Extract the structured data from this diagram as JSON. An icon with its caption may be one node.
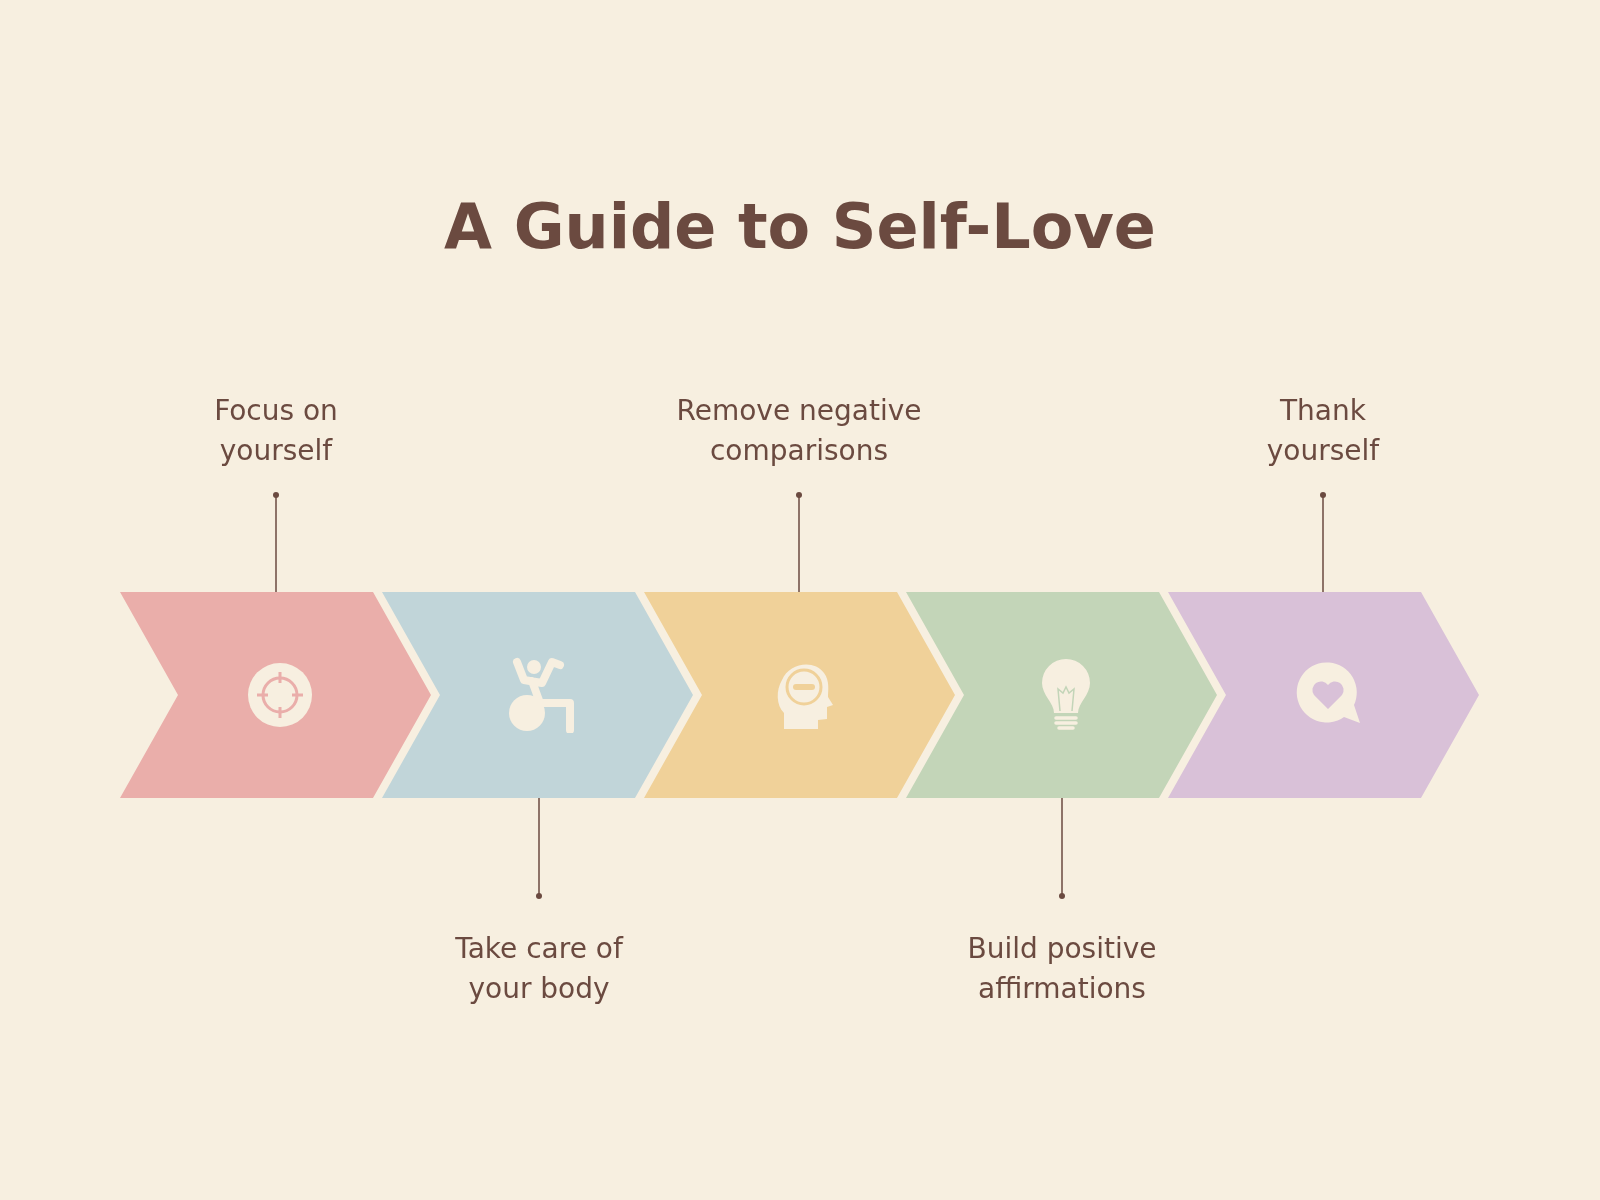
{
  "diagram": {
    "title": "A Guide to Self-Love",
    "nodes": [
      {
        "text": [
          "Focus on yourself"
        ]
      },
      {
        "text": [
          "Take care of your body"
        ]
      },
      {
        "text": [
          "Remove negative comparisons"
        ]
      },
      {
        "text": [
          "Build positive affirmations"
        ]
      },
      {
        "text": [
          "Thank yourself"
        ]
      },
      {
        "text": [],
        "shape": "chevron"
      },
      {
        "text": [],
        "shape": "chevron"
      },
      {
        "text": [],
        "shape": "chevron"
      },
      {
        "text": [],
        "shape": "chevron"
      },
      {
        "text": [],
        "shape": "chevron"
      }
    ],
    "edges": [
      {
        "from": 0,
        "to": 5,
        "arrow": "other"
      },
      {
        "from": 1,
        "to": 6,
        "arrow": "other"
      },
      {
        "from": 2,
        "to": 7,
        "arrow": "other"
      },
      {
        "from": 3,
        "to": 8,
        "arrow": "other"
      },
      {
        "from": 4,
        "to": 9,
        "arrow": "other"
      }
    ]
  }
}
